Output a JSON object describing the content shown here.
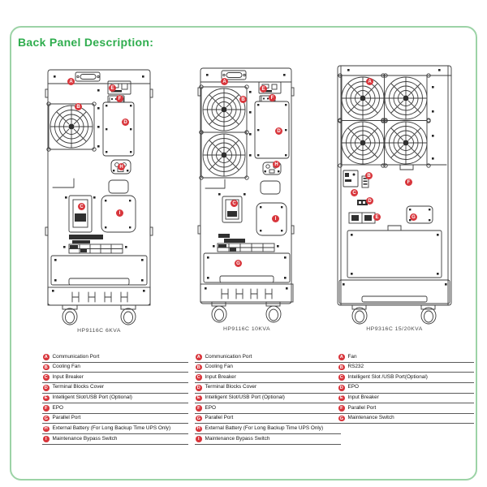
{
  "page": {
    "title": "Back Panel Description:"
  },
  "colors": {
    "accent_green": "#2fad4e",
    "frame_green": "#9cd3a6",
    "badge_red": "#d8363c"
  },
  "panels": [
    {
      "caption": "HP9116C 6KVA",
      "callouts": [
        {
          "letter": "A"
        },
        {
          "letter": "E"
        },
        {
          "letter": "F"
        },
        {
          "letter": "B"
        },
        {
          "letter": "D"
        },
        {
          "letter": "H"
        },
        {
          "letter": "C"
        },
        {
          "letter": "I"
        }
      ],
      "legend": [
        {
          "letter": "A",
          "label": "Communication Port"
        },
        {
          "letter": "B",
          "label": "Cooling Fan"
        },
        {
          "letter": "C",
          "label": "Input Breaker"
        },
        {
          "letter": "D",
          "label": "Terminal Blocks Cover"
        },
        {
          "letter": "E",
          "label": "Intelligent Slot/USB Port  (Optional)"
        },
        {
          "letter": "F",
          "label": "EPO"
        },
        {
          "letter": "G",
          "label": "Parallel Port"
        },
        {
          "letter": "H",
          "label": "External Battery (For Long Backup Time UPS Only)"
        },
        {
          "letter": "I",
          "label": "Maintenance Bypass Switch"
        }
      ]
    },
    {
      "caption": "HP9116C 10KVA",
      "callouts": [
        {
          "letter": "A"
        },
        {
          "letter": "E"
        },
        {
          "letter": "F"
        },
        {
          "letter": "B"
        },
        {
          "letter": "D"
        },
        {
          "letter": "H"
        },
        {
          "letter": "C"
        },
        {
          "letter": "I"
        },
        {
          "letter": "G"
        }
      ],
      "legend": [
        {
          "letter": "A",
          "label": "Communication Port"
        },
        {
          "letter": "B",
          "label": "Cooling Fan"
        },
        {
          "letter": "C",
          "label": "Input Breaker"
        },
        {
          "letter": "D",
          "label": "Terminal Blocks Cover"
        },
        {
          "letter": "E",
          "label": "Intelligent Slot/USB Port  (Optional)"
        },
        {
          "letter": "F",
          "label": "EPO"
        },
        {
          "letter": "G",
          "label": "Parallel Port"
        },
        {
          "letter": "H",
          "label": "External Battery (For Long Backup Time UPS Only)"
        },
        {
          "letter": "I",
          "label": "Maintenance Bypass Switch"
        }
      ]
    },
    {
      "caption": "HP9316C 15/20KVA",
      "callouts": [
        {
          "letter": "A"
        },
        {
          "letter": "B"
        },
        {
          "letter": "C"
        },
        {
          "letter": "F"
        },
        {
          "letter": "D"
        },
        {
          "letter": "E"
        },
        {
          "letter": "G"
        }
      ],
      "legend": [
        {
          "letter": "A",
          "label": "Fan"
        },
        {
          "letter": "B",
          "label": "RS232"
        },
        {
          "letter": "C",
          "label": "Intelligent Slot /USB Port(Optional)"
        },
        {
          "letter": "D",
          "label": "EPO"
        },
        {
          "letter": "E",
          "label": "Input Breaker"
        },
        {
          "letter": "F",
          "label": "Parallel Port"
        },
        {
          "letter": "G",
          "label": "Maintenance Switch"
        }
      ]
    }
  ]
}
